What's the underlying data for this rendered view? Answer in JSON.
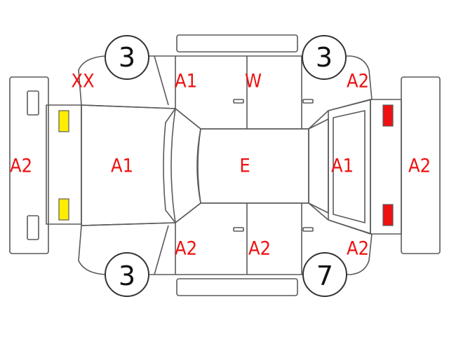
{
  "wheels": {
    "front_left": "3",
    "rear_left": "3",
    "front_right": "3",
    "rear_right": "7"
  },
  "labels": {
    "front_left_fender": "XX",
    "front_bumper": "A2",
    "hood": "A1",
    "front_door_left": "A1",
    "rear_door_left": "W",
    "rear_fender_left": "A2",
    "roof": "E",
    "trunk": "A1",
    "rear_bumper": "A2",
    "front_door_right": "A2",
    "rear_door_right": "A2",
    "rear_fender_right": "A2"
  },
  "colors": {
    "stroke": "#5a5a5a",
    "label": "#ee1111",
    "headlight": "#ffee00",
    "taillight": "#ee1111"
  }
}
